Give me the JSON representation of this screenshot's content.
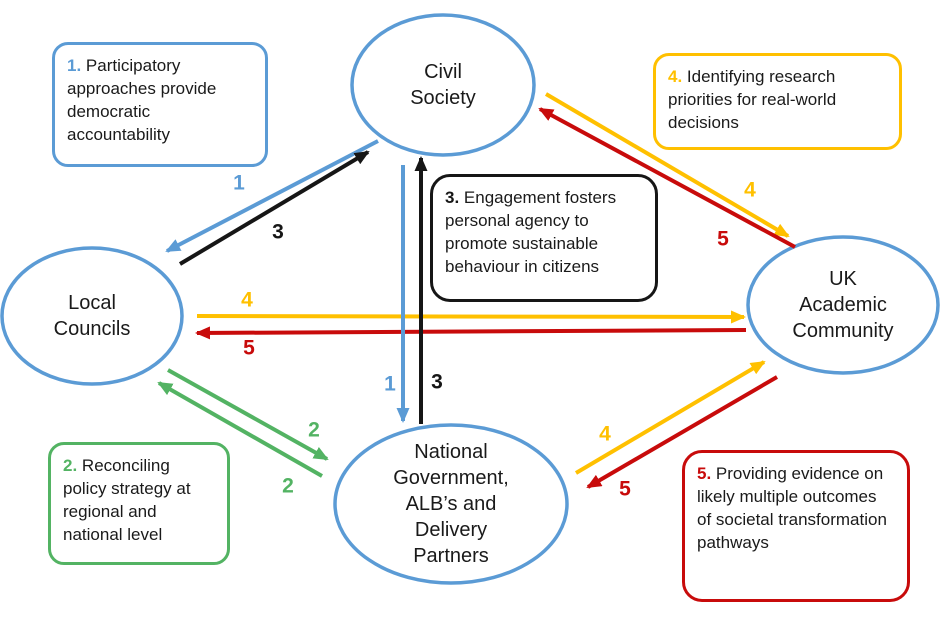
{
  "diagram": {
    "type": "stakeholder-relationship-diagram",
    "background": "#ffffff"
  },
  "colors": {
    "c-blue": "#5B9BD5",
    "c-black": "#161616",
    "c-yellow": "#FFC000",
    "c-red": "#C80B0B",
    "c-green": "#53B363",
    "c-node-stroke": "#5B9BD5"
  },
  "nodes": {
    "civil_society": {
      "label": "Civil\nSociety"
    },
    "local_councils": {
      "label": "Local\nCouncils"
    },
    "uk_academic": {
      "label": "UK\nAcademic\nCommunity"
    },
    "national_government": {
      "label": "National\nGovernment,\nALB’s and\nDelivery\nPartners"
    }
  },
  "notes": {
    "n1": {
      "num": "1.",
      "text": "Participatory approaches provide democratic accountability",
      "color": "blue"
    },
    "n2": {
      "num": "2.",
      "text": "Reconciling policy strategy at regional and national level",
      "color": "green"
    },
    "n3": {
      "num": "3.",
      "text": "Engagement fosters personal agency to promote sustainable behaviour in citizens",
      "color": "black"
    },
    "n4": {
      "num": "4.",
      "text": "Identifying research priorities for real-world decisions",
      "color": "yellow"
    },
    "n5": {
      "num": "5.",
      "text": "Providing evidence on likely multiple outcomes of societal transformation pathways",
      "color": "red"
    }
  },
  "connections": [
    {
      "label": "1",
      "from": "Civil Society",
      "to": "Local Councils",
      "color": "blue"
    },
    {
      "label": "3",
      "from": "Local Councils",
      "to": "Civil Society",
      "color": "black"
    },
    {
      "label": "4",
      "from": "Local Councils",
      "to": "UK Academic Community",
      "color": "yellow"
    },
    {
      "label": "5",
      "from": "UK Academic Community",
      "to": "Local Councils",
      "color": "red"
    },
    {
      "label": "2",
      "from": "Local Councils",
      "to": "National Government, ALB’s and Delivery Partners",
      "color": "green"
    },
    {
      "label": "2",
      "from": "National Government, ALB’s and Delivery Partners",
      "to": "Local Councils",
      "color": "green"
    },
    {
      "label": "1",
      "from": "Civil Society",
      "to": "National Government, ALB’s and Delivery Partners",
      "color": "blue"
    },
    {
      "label": "3",
      "from": "National Government, ALB’s and Delivery Partners",
      "to": "Civil Society",
      "color": "black"
    },
    {
      "label": "4",
      "from": "Civil Society",
      "to": "UK Academic Community",
      "color": "yellow"
    },
    {
      "label": "5",
      "from": "UK Academic Community",
      "to": "Civil Society",
      "color": "red"
    },
    {
      "label": "4",
      "from": "National Government, ALB’s and Delivery Partners",
      "to": "UK Academic Community",
      "color": "yellow"
    },
    {
      "label": "5",
      "from": "UK Academic Community",
      "to": "National Government, ALB’s and Delivery Partners",
      "color": "red"
    }
  ]
}
